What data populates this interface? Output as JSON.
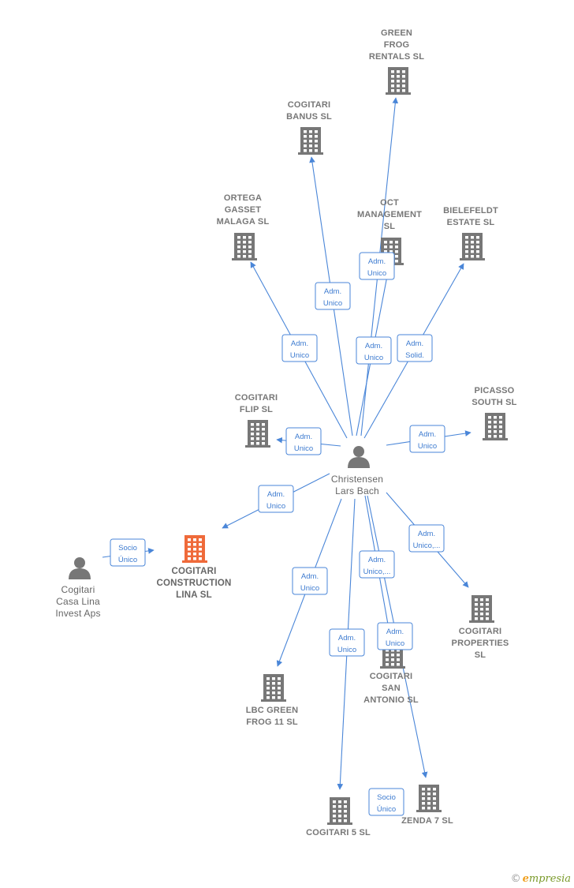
{
  "colors": {
    "edge": "#4a86d8",
    "company": "#777777",
    "focus_company": "#ef6a3a",
    "person": "#777777"
  },
  "nodes": [
    {
      "id": "green_frog",
      "kind": "company",
      "lines": [
        "GREEN",
        "FROG",
        "RENTALS  SL"
      ]
    },
    {
      "id": "banus",
      "kind": "company",
      "lines": [
        "COGITARI",
        "BANUS  SL"
      ]
    },
    {
      "id": "ortega",
      "kind": "company",
      "lines": [
        "ORTEGA",
        "GASSET",
        "MALAGA  SL"
      ]
    },
    {
      "id": "oct",
      "kind": "company",
      "lines": [
        "OCT",
        "MANAGEMENT",
        "SL"
      ]
    },
    {
      "id": "bielefeldt",
      "kind": "company",
      "lines": [
        "BIELEFELDT",
        "ESTATE  SL"
      ]
    },
    {
      "id": "flip",
      "kind": "company",
      "lines": [
        "COGITARI",
        "FLIP  SL"
      ]
    },
    {
      "id": "picasso",
      "kind": "company",
      "lines": [
        "PICASSO",
        "SOUTH  SL"
      ]
    },
    {
      "id": "christensen",
      "kind": "person",
      "lines": [
        "Christensen",
        "Lars Bach"
      ]
    },
    {
      "id": "construction",
      "kind": "focus",
      "lines": [
        "COGITARI",
        "CONSTRUCTION",
        "LINA  SL"
      ]
    },
    {
      "id": "casa_lina",
      "kind": "person",
      "lines": [
        "Cogitari",
        "Casa Lina",
        "Invest Aps"
      ]
    },
    {
      "id": "properties",
      "kind": "company",
      "lines": [
        "COGITARI",
        "PROPERTIES",
        "SL"
      ]
    },
    {
      "id": "san_antonio",
      "kind": "company",
      "lines": [
        "COGITARI",
        "SAN",
        "ANTONIO  SL"
      ]
    },
    {
      "id": "lbc",
      "kind": "company",
      "lines": [
        "LBC GREEN",
        "FROG 11 SL"
      ]
    },
    {
      "id": "cogitari5",
      "kind": "company",
      "lines": [
        "COGITARI 5  SL"
      ]
    },
    {
      "id": "zenda",
      "kind": "company",
      "lines": [
        "ZENDA 7  SL"
      ]
    }
  ],
  "edges": [
    {
      "from": "christensen",
      "to": "green_frog",
      "label": [
        "Adm.",
        "Unico"
      ]
    },
    {
      "from": "christensen",
      "to": "banus",
      "label": [
        "Adm.",
        "Unico"
      ]
    },
    {
      "from": "christensen",
      "to": "ortega",
      "label": [
        "Adm.",
        "Unico"
      ]
    },
    {
      "from": "christensen",
      "to": "oct",
      "label": [
        "Adm.",
        "Unico"
      ]
    },
    {
      "from": "christensen",
      "to": "bielefeldt",
      "label": [
        "Adm.",
        "Solid."
      ]
    },
    {
      "from": "christensen",
      "to": "flip",
      "label": [
        "Adm.",
        "Unico"
      ]
    },
    {
      "from": "christensen",
      "to": "picasso",
      "label": [
        "Adm.",
        "Unico"
      ]
    },
    {
      "from": "christensen",
      "to": "construction",
      "label": [
        "Adm.",
        "Unico"
      ]
    },
    {
      "from": "casa_lina",
      "to": "construction",
      "label": [
        "Socio",
        "Único"
      ]
    },
    {
      "from": "christensen",
      "to": "properties",
      "label": [
        "Adm.",
        "Unico,..."
      ]
    },
    {
      "from": "christensen",
      "to": "san_antonio",
      "label": [
        "Adm.",
        "Unico,..."
      ]
    },
    {
      "from": "christensen",
      "to": "lbc",
      "label": [
        "Adm.",
        "Unico"
      ]
    },
    {
      "from": "christensen",
      "to": "cogitari5",
      "label": [
        "Adm.",
        "Unico"
      ]
    },
    {
      "from": "christensen",
      "to": "zenda",
      "label": [
        "Adm.",
        "Unico"
      ]
    },
    {
      "from": "christensen",
      "to": "zenda",
      "label": [
        "Socio",
        "Único"
      ]
    }
  ],
  "footer": {
    "copyright": "©",
    "brand_initial": "e",
    "brand_rest": "mpresia"
  }
}
